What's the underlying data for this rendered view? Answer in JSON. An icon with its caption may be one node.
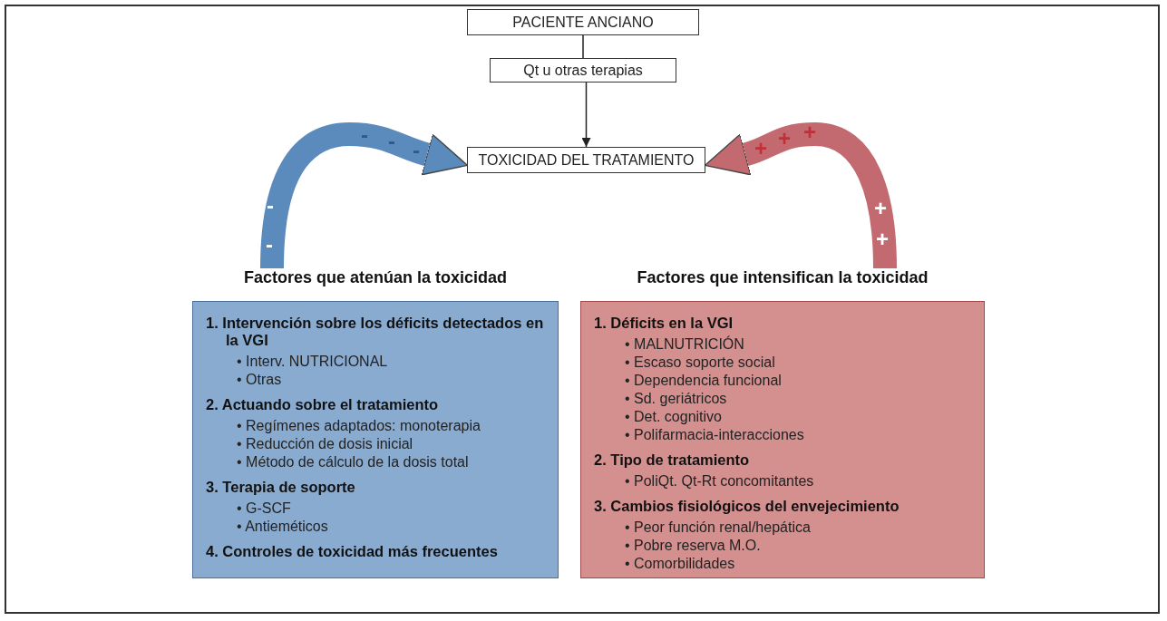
{
  "diagram": {
    "nodes": [
      {
        "text": [
          "PACIENTE ANCIANO"
        ]
      },
      {
        "text": [
          "Qt u otras terapias"
        ]
      },
      {
        "text": [
          "TOXICIDAD DEL TRATAMIENTO"
        ]
      },
      {
        "text": [
          "Factores que atenúan la toxicidad",
          "1. Intervención sobre los déficits detectados en la VGI",
          "• Interv. NUTRICIONAL",
          "• Otras",
          "2. Actuando sobre el tratamiento",
          "• Regímenes adaptados: monoterapia",
          "• Reducción de dosis inicial",
          "• Método de cálculo de la dosis total",
          "3. Terapia de soporte",
          "• G-SCF",
          "• Antieméticos",
          "4. Controles de toxicidad más frecuentes"
        ]
      },
      {
        "text": [
          "Factores que intensifican la toxicidad",
          "1. Déficits en la VGI",
          "• MALNUTRICIÓN",
          "• Escaso soporte social",
          "• Dependencia funcional",
          "• Sd. geriátricos",
          "• Det. cognitivo",
          "• Polifarmacia-interacciones",
          "2. Tipo de tratamiento",
          "• PoliQt. Qt-Rt concomitantes",
          "3. Cambios fisiológicos del envejecimiento",
          "• Peor función renal/hepática",
          "• Pobre reserva M.O.",
          "• Comorbilidades"
        ]
      }
    ],
    "edges": [
      {
        "from": 0,
        "to": 1,
        "arrow": "none"
      },
      {
        "from": 1,
        "to": 2,
        "arrow": "to"
      },
      {
        "from": 3,
        "to": 2,
        "arrow": "to",
        "style": "thick",
        "color": "#5b8bbd"
      },
      {
        "from": 4,
        "to": 2,
        "arrow": "to",
        "style": "thick",
        "color": "#c26a70"
      }
    ],
    "labels": [
      "-",
      "-",
      "-",
      "-",
      "-",
      "+",
      "+",
      "+",
      "+",
      "+"
    ]
  }
}
